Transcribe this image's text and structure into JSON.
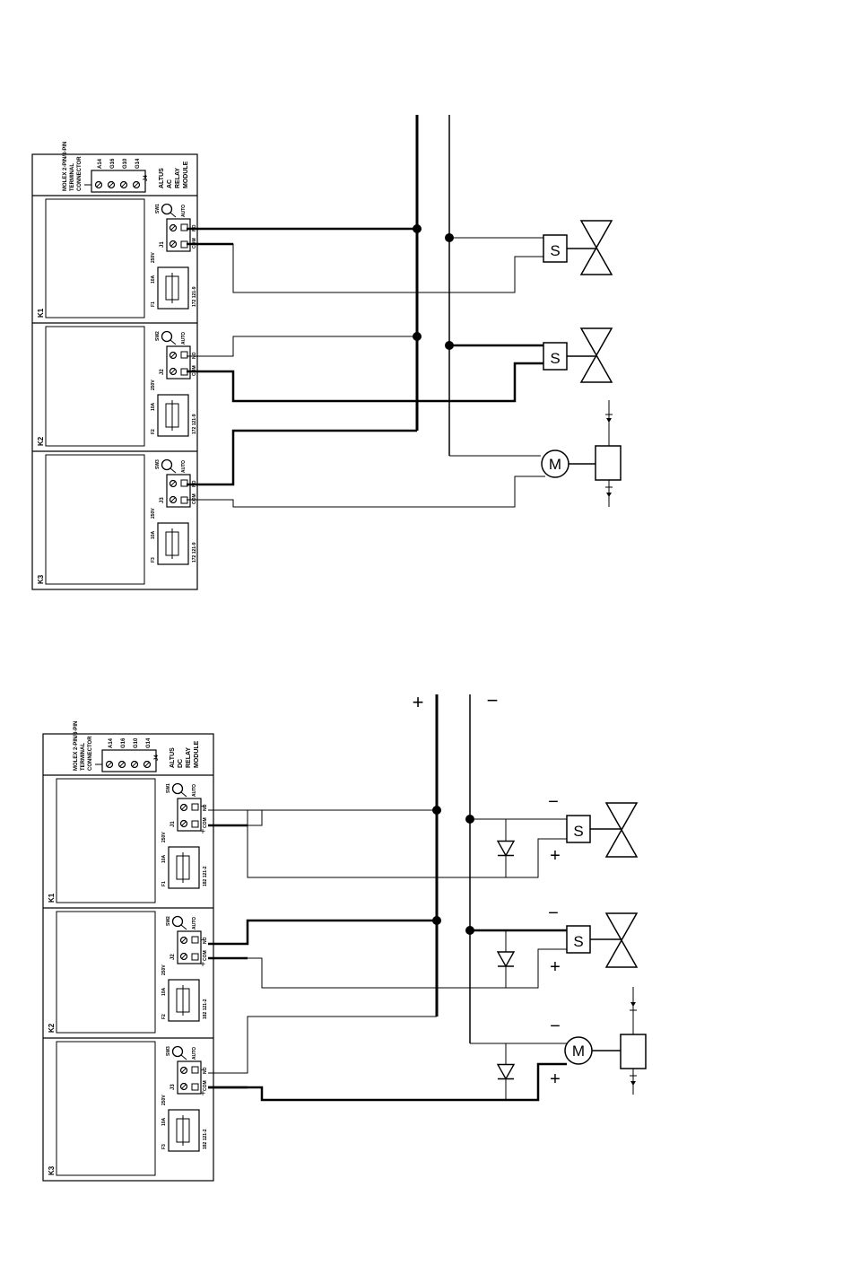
{
  "diagrams": [
    {
      "id": "ac",
      "module": {
        "title_lines": [
          "ALTUS",
          "AC",
          "RELAY",
          "MODULE"
        ],
        "connector_lines": [
          "MOLEX 2-PIN/3-PIN",
          "TERMINAL",
          "CONNECTOR"
        ],
        "connector_pins": [
          "A14",
          "G16",
          "G10",
          "G14"
        ],
        "connector_ref": "J4",
        "relays": [
          {
            "name": "K1",
            "jack": "J1",
            "terminals": [
              "NO",
              "COM"
            ],
            "fuse": "F1",
            "fuse_rating": "10A",
            "fuse_voltage": "250V",
            "fuse_part": "172 121-9",
            "switch": [
              "SW1",
              "AUTO"
            ]
          },
          {
            "name": "K2",
            "jack": "J2",
            "terminals": [
              "NO",
              "COM"
            ],
            "fuse": "F2",
            "fuse_rating": "10A",
            "fuse_voltage": "250V",
            "fuse_part": "172 121-9",
            "switch": [
              "SW2",
              "AUTO"
            ]
          },
          {
            "name": "K3",
            "jack": "J3",
            "terminals": [
              "NO",
              "COM"
            ],
            "fuse": "F3",
            "fuse_rating": "10A",
            "fuse_voltage": "250V",
            "fuse_part": "172 121-9",
            "switch": [
              "SW3",
              "AUTO"
            ]
          }
        ]
      },
      "loads": [
        {
          "type": "solenoid-valve",
          "label": "S"
        },
        {
          "type": "solenoid-valve",
          "label": "S"
        },
        {
          "type": "motor-actuator",
          "label": "M"
        }
      ],
      "polarity": {
        "plus": "",
        "minus": ""
      }
    },
    {
      "id": "dc",
      "module": {
        "title_lines": [
          "ALTUS",
          "DC",
          "RELAY",
          "MODULE"
        ],
        "connector_lines": [
          "MOLEX 2-PIN/3-PIN",
          "TERMINAL",
          "CONNECTOR"
        ],
        "connector_pins": [
          "A14",
          "G16",
          "G10",
          "G14"
        ],
        "connector_ref": "J4",
        "relays": [
          {
            "name": "K1",
            "jack": "J1",
            "terminals": [
              "NO",
              "COM"
            ],
            "fuse": "F1",
            "fuse_rating": "10A",
            "fuse_voltage": "250V",
            "fuse_part": "182 121-2",
            "switch": [
              "SW1",
              "AUTO"
            ]
          },
          {
            "name": "K2",
            "jack": "J2",
            "terminals": [
              "NO",
              "COM"
            ],
            "fuse": "F2",
            "fuse_rating": "10A",
            "fuse_voltage": "250V",
            "fuse_part": "182 121-2",
            "switch": [
              "SW2",
              "AUTO"
            ]
          },
          {
            "name": "K3",
            "jack": "J3",
            "terminals": [
              "NO",
              "COM"
            ],
            "fuse": "F3",
            "fuse_rating": "10A",
            "fuse_voltage": "250V",
            "fuse_part": "182 121-2",
            "switch": [
              "SW3",
              "AUTO"
            ]
          }
        ]
      },
      "loads": [
        {
          "type": "solenoid-valve",
          "label": "S"
        },
        {
          "type": "solenoid-valve",
          "label": "S"
        },
        {
          "type": "motor-actuator",
          "label": "M"
        }
      ],
      "polarity": {
        "plus": "+",
        "minus": "−"
      }
    }
  ]
}
